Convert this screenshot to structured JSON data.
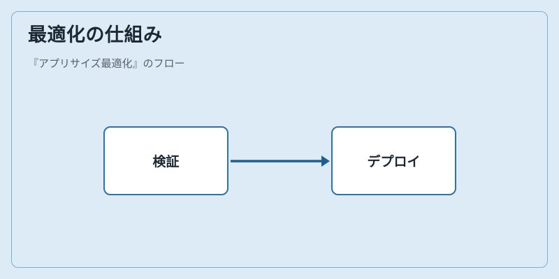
{
  "diagram": {
    "title": "最適化の仕組み",
    "subtitle": "『アプリサイズ最適化』のフロー",
    "nodes": [
      {
        "label": "検証"
      },
      {
        "label": "デプロイ"
      }
    ],
    "edges": [
      {
        "from": "検証",
        "to": "デプロイ"
      }
    ],
    "colors": {
      "background": "#ddebf6",
      "border": "#7aaed3",
      "node_border": "#2f73a6",
      "arrow": "#1f5f8f"
    }
  }
}
